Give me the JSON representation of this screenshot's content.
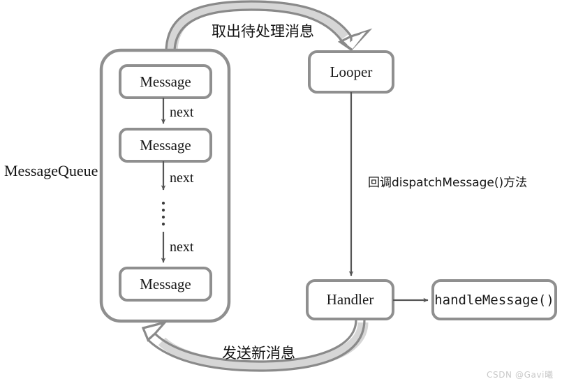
{
  "diagram": {
    "title": "Android Handler Message Flow",
    "colors": {
      "box_stroke": "#8f8f8f",
      "box_fill": "#ffffff",
      "thin_arrow": "#555555",
      "band_arrow_stroke": "#8a8a8a",
      "band_arrow_fill": "#c9c9c9",
      "text": "#141414",
      "watermark": "#c9c9c9",
      "background": "#ffffff"
    },
    "queue": {
      "container_label": "MessageQueue",
      "messages": [
        {
          "label": "Message"
        },
        {
          "label": "Message"
        },
        {
          "label": "Message"
        }
      ],
      "next_labels": [
        "next",
        "next",
        "next"
      ],
      "ellipsis": "⋮"
    },
    "nodes": {
      "looper": "Looper",
      "handler": "Handler",
      "handle_message": "handleMessage()"
    },
    "edges": {
      "fetch_message": "取出待处理消息",
      "dispatch_message": "回调dispatchMessage()方法",
      "send_new_message": "发送新消息"
    },
    "watermark": "CSDN @Gavi曦"
  }
}
